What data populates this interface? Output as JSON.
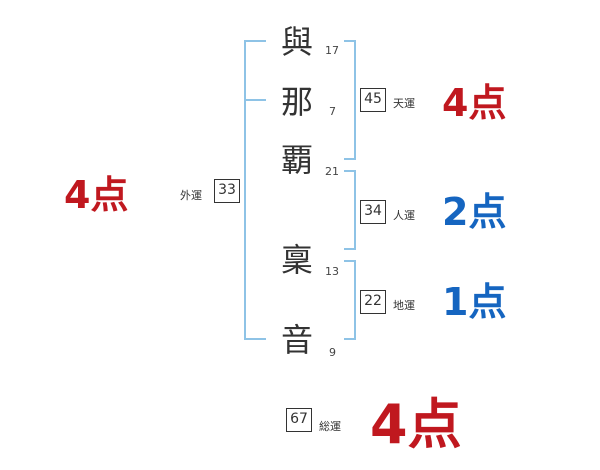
{
  "colors": {
    "bracket": "#8ec3e6",
    "score_red": "#c0181f",
    "score_blue": "#1565c0"
  },
  "name": {
    "chars": [
      {
        "char": "與",
        "strokes": "17"
      },
      {
        "char": "那",
        "strokes": "7"
      },
      {
        "char": "覇",
        "strokes": "21"
      },
      {
        "char": "稟",
        "strokes": "13"
      },
      {
        "char": "音",
        "strokes": "9"
      }
    ]
  },
  "fortunes": {
    "gaiun": {
      "label": "外運",
      "value": "33",
      "score": "4点",
      "score_color": "red"
    },
    "tenun": {
      "label": "天運",
      "value": "45",
      "score": "4点",
      "score_color": "red"
    },
    "jinun": {
      "label": "人運",
      "value": "34",
      "score": "2点",
      "score_color": "blue"
    },
    "chiun": {
      "label": "地運",
      "value": "22",
      "score": "1点",
      "score_color": "blue"
    },
    "souun": {
      "label": "総運",
      "value": "67",
      "score": "4点",
      "score_color": "red"
    }
  }
}
